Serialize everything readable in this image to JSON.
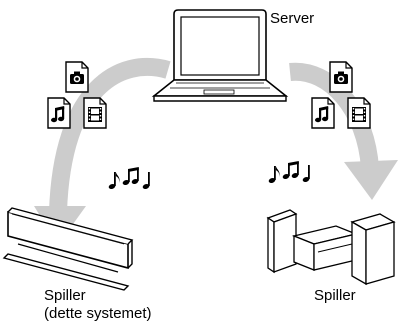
{
  "labels": {
    "server": "Server",
    "player_system_line1": "Spiller",
    "player_system_line2": "(dette systemet)",
    "player_other": "Spiller"
  },
  "icons": {
    "left_group": [
      "camera-icon",
      "music-note-icon",
      "film-icon"
    ],
    "right_group": [
      "camera-icon",
      "music-note-icon",
      "film-icon"
    ],
    "music_notes": [
      "music-note-icon",
      "music-note-icon"
    ]
  },
  "colors": {
    "arrow": "#cccccc",
    "outline": "#000000",
    "background": "#ffffff"
  }
}
